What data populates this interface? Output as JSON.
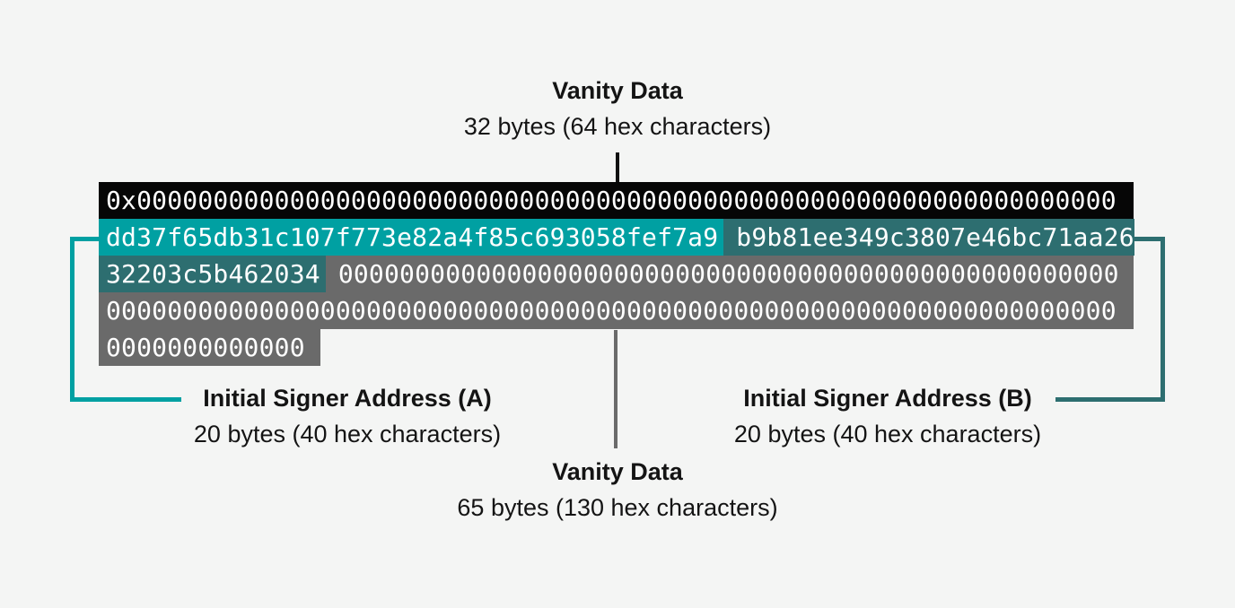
{
  "colors": {
    "background": "#f4f5f4",
    "block_black": "#060606",
    "address_a_teal": "#00a0a2",
    "address_b_teal": "#2d6e70",
    "filler_gray": "#6a6a6a",
    "hex_text": "#ffffff",
    "label_text": "#141414",
    "top_connector": "#111111",
    "bottom_connector": "#6a6a6a"
  },
  "labels": {
    "top": {
      "title": "Vanity Data",
      "subtitle": "32 bytes (64 hex characters)"
    },
    "address_a": {
      "title": "Initial Signer Address (A)",
      "subtitle": "20 bytes (40 hex characters)"
    },
    "address_b": {
      "title": "Initial Signer Address (B)",
      "subtitle": "20 bytes (40 hex characters)"
    },
    "bottom": {
      "title": "Vanity Data",
      "subtitle": "65 bytes (130 hex characters)"
    }
  },
  "hex": {
    "row1": "0x0000000000000000000000000000000000000000000000000000000000000000",
    "row2_address_a": "dd37f65db31c107f773e82a4f85c693058fef7a9",
    "row2_address_b_part1": "b9b81ee349c3807e46bc71aa26",
    "row3_address_b_part2": "32203c5b462034",
    "row3_zeros": "000000000000000000000000000000000000000000000000000",
    "row4_zeros": "000000000000000000000000000000000000000000000000000000000000000000",
    "row5_zeros": "0000000000000",
    "address_a_full": "dd37f65db31c107f773e82a4f85c693058fef7a9",
    "address_b_full": "b9b81ee349c3807e46bc71aa2632203c5b462034"
  }
}
